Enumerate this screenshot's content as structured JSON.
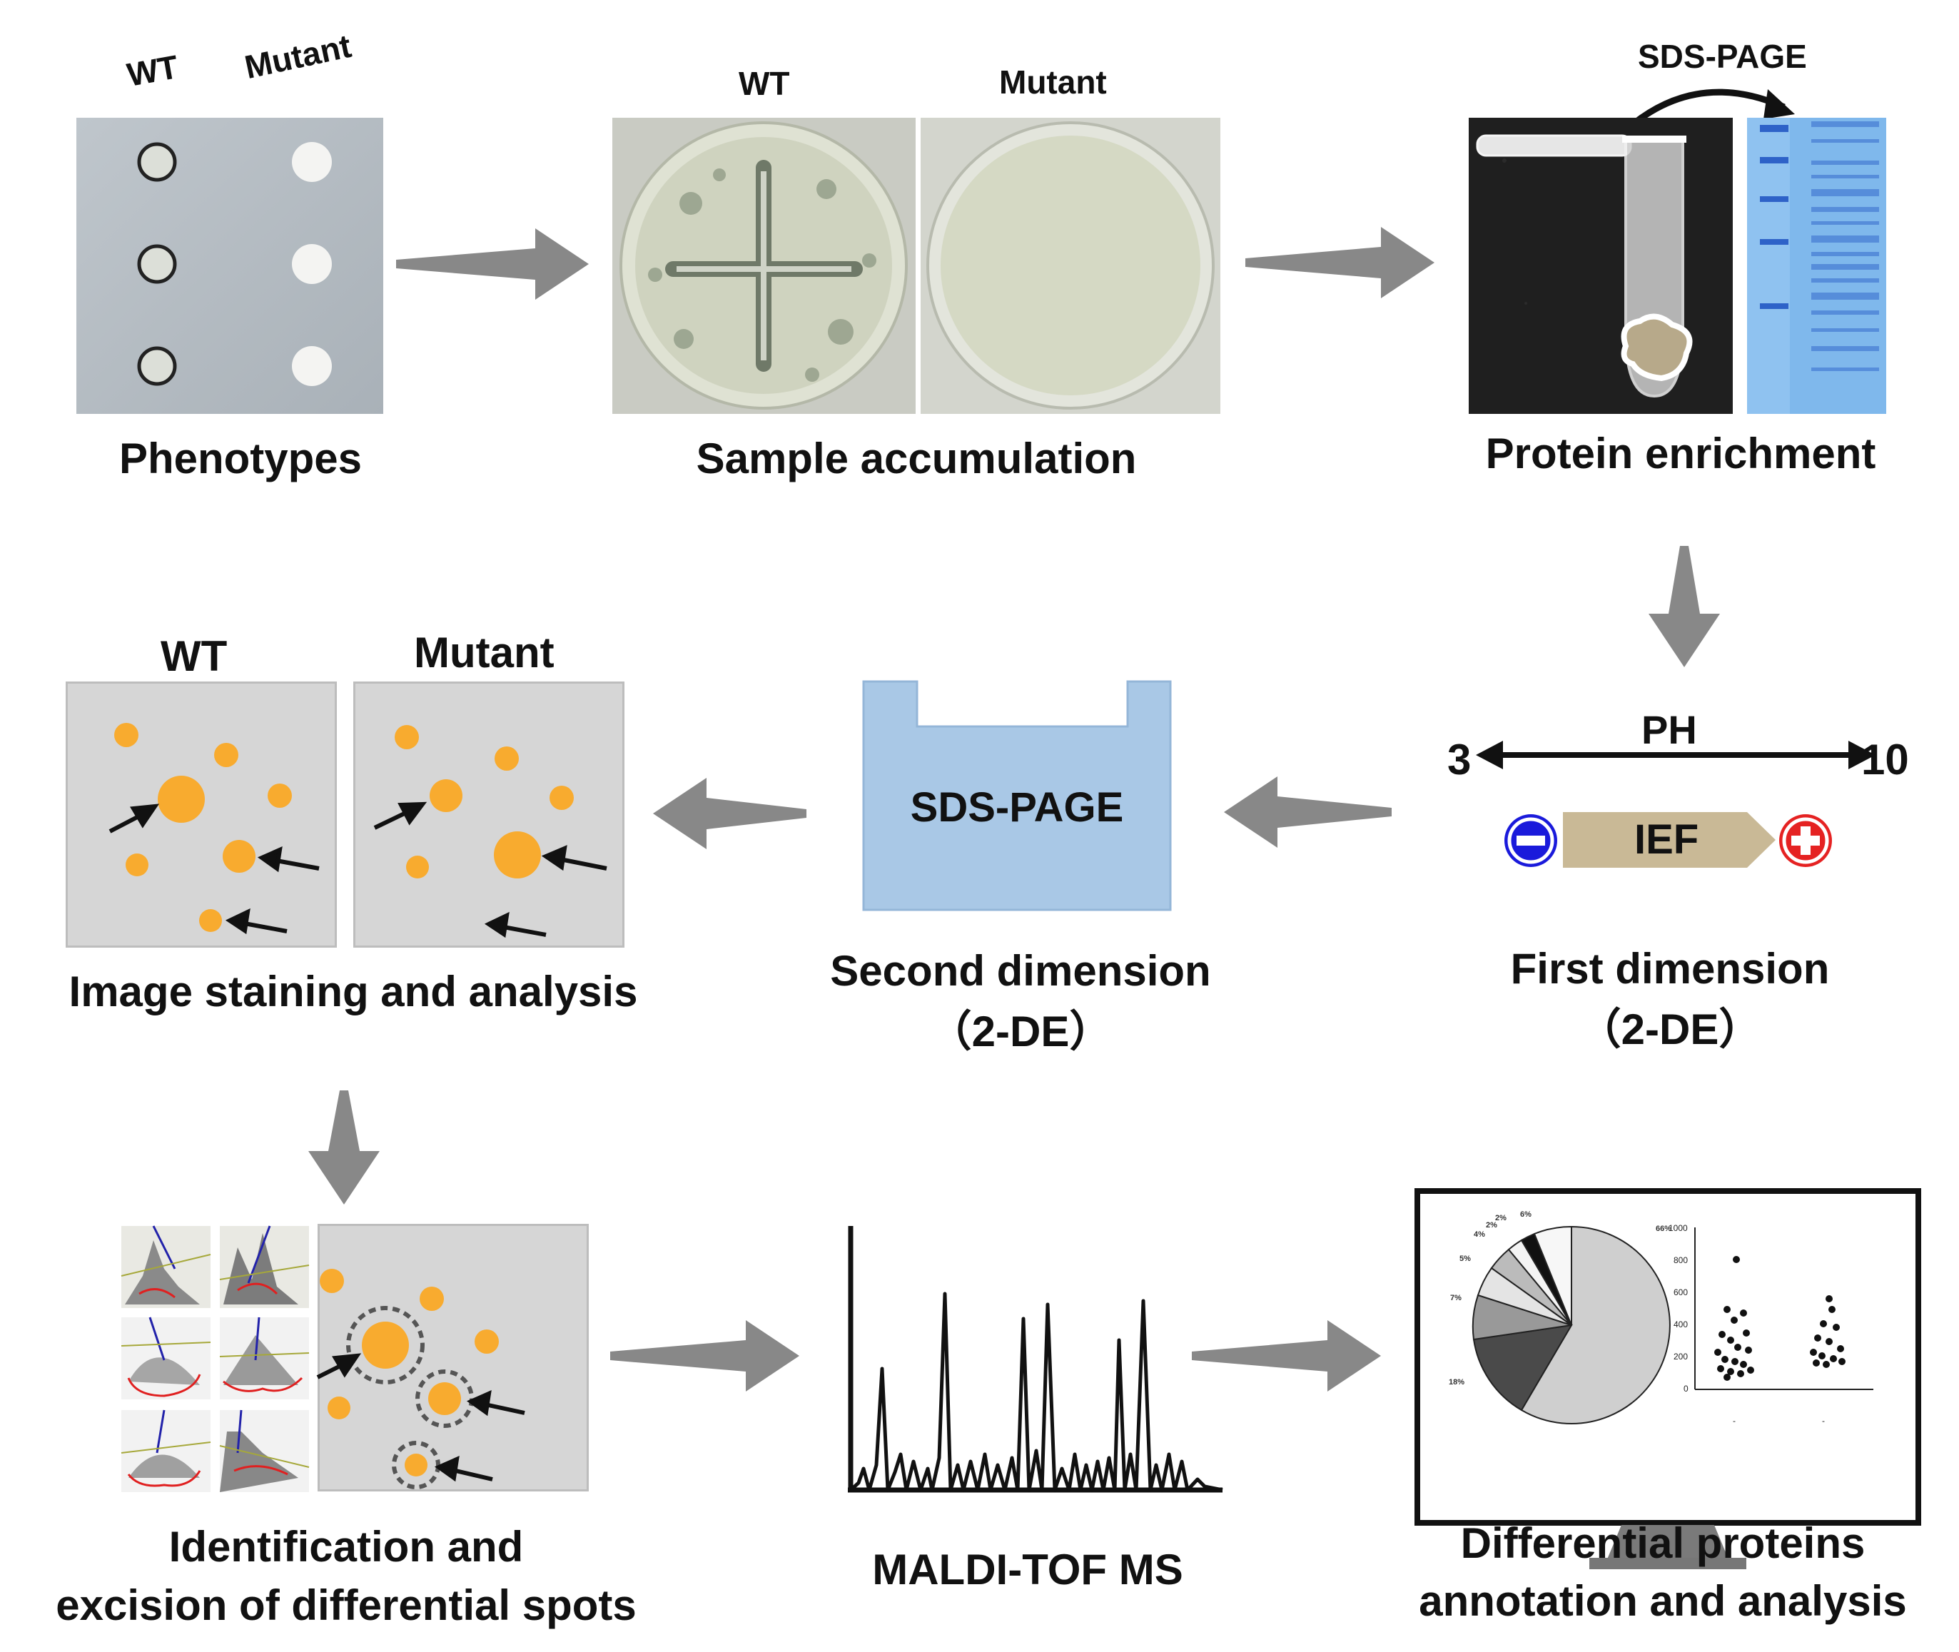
{
  "colors": {
    "arrow": "#888888",
    "spot": "#f8ab2f",
    "gel_panel": "#d6d6d6",
    "sds_box": "#a9c8e6",
    "ief_strip": "#c9b996",
    "minus_pole": "#1a1adb",
    "plus_pole": "#e52222",
    "trace_outline": "#e02020"
  },
  "row1": {
    "phenotypes": {
      "wt": "WT",
      "mutant": "Mutant",
      "caption": "Phenotypes"
    },
    "sample_accumulation": {
      "wt": "WT",
      "mutant": "Mutant",
      "caption": "Sample accumulation"
    },
    "protein_enrichment": {
      "sds_label": "SDS-PAGE",
      "caption": "Protein enrichment"
    }
  },
  "row2": {
    "first_dimension": {
      "ph_label": "PH",
      "ph_low": "3",
      "ph_high": "10",
      "ief_label": "IEF",
      "caption_line1": "First dimension",
      "caption_line2": "（2-DE）"
    },
    "second_dimension": {
      "box_label": "SDS-PAGE",
      "caption_line1": "Second dimension",
      "caption_line2": "（2-DE）"
    },
    "image_staining": {
      "wt": "WT",
      "mutant": "Mutant",
      "caption": "Image staining and analysis"
    }
  },
  "row3": {
    "identification": {
      "caption_line1": "Identification and",
      "caption_line2": "excision of differential spots"
    },
    "maldi": {
      "caption": "MALDI-TOF MS"
    },
    "annotation": {
      "caption_line1": "Differential proteins",
      "caption_line2": "annotation and analysis",
      "pie_labels": [
        "2%",
        "2%",
        "4%",
        "5%",
        "7%",
        "18%",
        "6%",
        "66%"
      ],
      "scatter_ticks": [
        "1000",
        "800",
        "600",
        "400",
        "200",
        "0"
      ],
      "scatter_cat_ticks": [
        "-",
        "-"
      ]
    }
  }
}
